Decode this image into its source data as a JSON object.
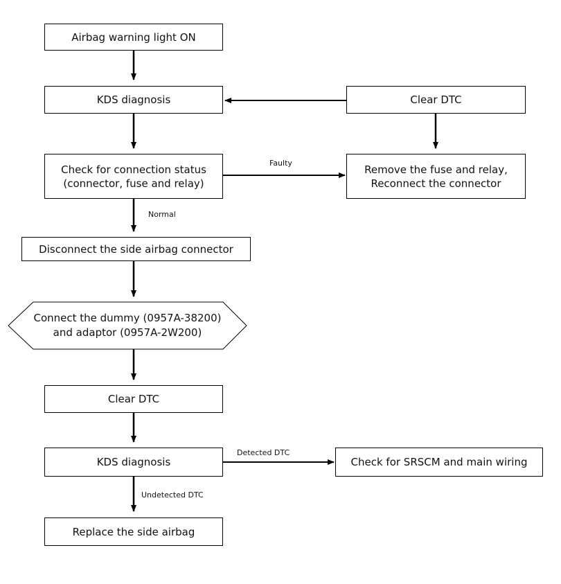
{
  "flowchart": {
    "nodes": {
      "warning_light": "Airbag warning light ON",
      "kds_diagnosis_1": "KDS diagnosis",
      "clear_dtc_1": "Clear DTC",
      "check_connection_line1": "Check for connection status",
      "check_connection_line2": "(connector, fuse and relay)",
      "remove_fuse_line1": "Remove the fuse and relay,",
      "remove_fuse_line2": "Reconnect the connector",
      "disconnect_side_airbag": "Disconnect the side airbag connector",
      "connect_dummy_line1": "Connect the dummy (0957A-38200)",
      "connect_dummy_line2": "and adaptor (0957A-2W200)",
      "clear_dtc_2": "Clear DTC",
      "kds_diagnosis_2": "KDS diagnosis",
      "check_srscm": "Check for SRSCM and main wiring",
      "replace_side_airbag": "Replace the side airbag"
    },
    "edge_labels": {
      "faulty": "Faulty",
      "normal": "Normal",
      "detected_dtc": "Detected DTC",
      "undetected_dtc": "Undetected DTC"
    }
  }
}
